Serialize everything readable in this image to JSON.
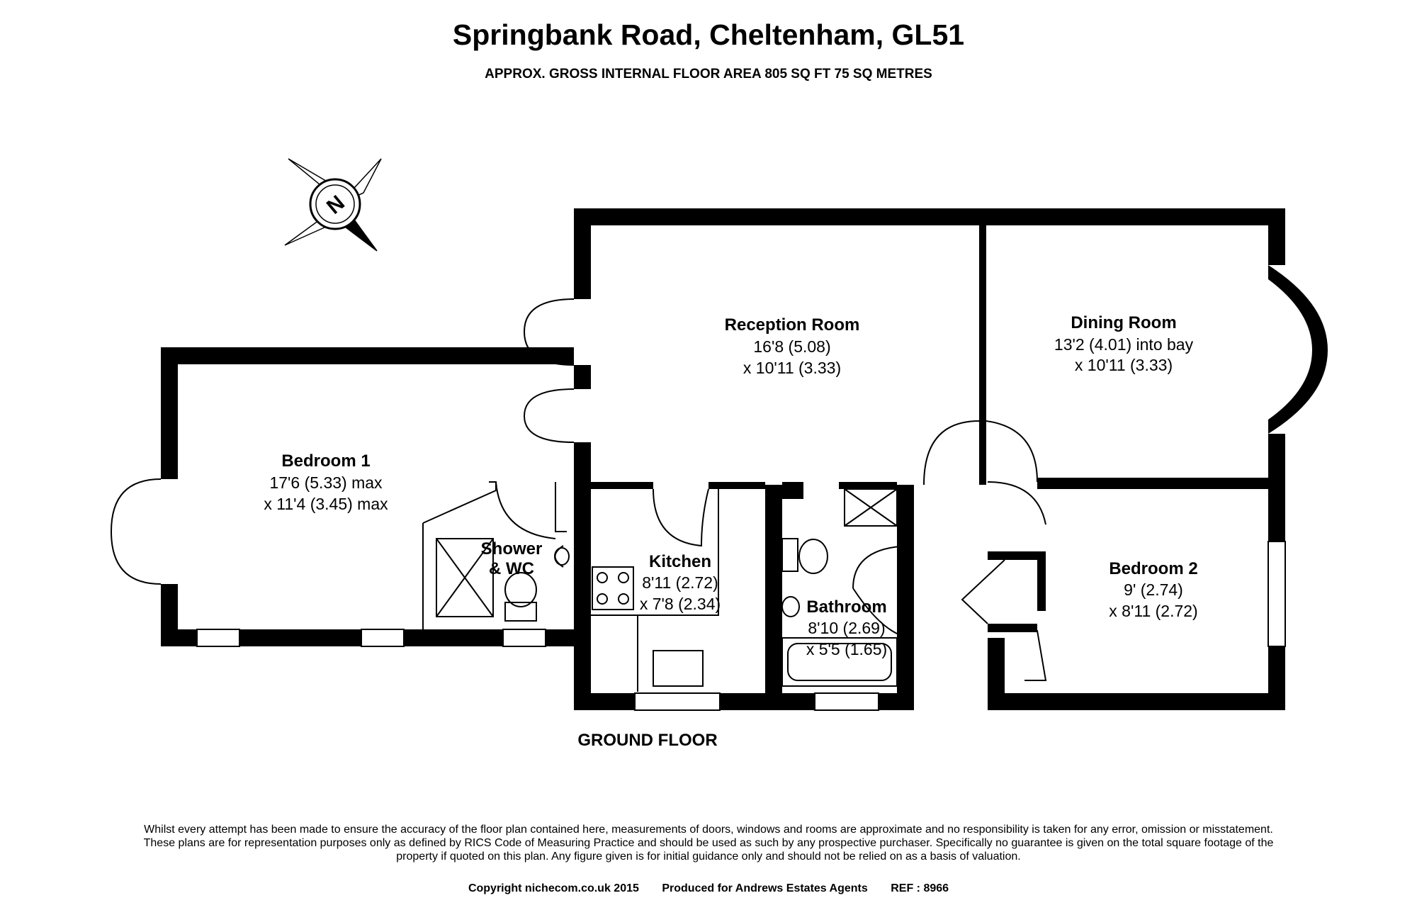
{
  "header": {
    "title": "Springbank Road, Cheltenham, GL51",
    "subtitle": "APPROX. GROSS INTERNAL FLOOR AREA 805 SQ FT 75 SQ METRES"
  },
  "compass": {
    "label": "N"
  },
  "floor_label": "GROUND FLOOR",
  "rooms": {
    "reception": {
      "name": "Reception Room",
      "dim1": "16'8 (5.08)",
      "dim2": "x 10'11 (3.33)"
    },
    "dining": {
      "name": "Dining Room",
      "dim1": "13'2 (4.01) into bay",
      "dim2": "x 10'11 (3.33)"
    },
    "bedroom1": {
      "name": "Bedroom 1",
      "dim1": "17'6 (5.33) max",
      "dim2": "x 11'4 (3.45) max"
    },
    "shower": {
      "name1": "Shower",
      "name2": "& WC"
    },
    "kitchen": {
      "name": "Kitchen",
      "dim1": "8'11 (2.72)",
      "dim2": "x 7'8 (2.34)"
    },
    "bathroom": {
      "name": "Bathroom",
      "dim1": "8'10 (2.69)",
      "dim2": "x 5'5 (1.65)"
    },
    "bedroom2": {
      "name": "Bedroom 2",
      "dim1": "9' (2.74)",
      "dim2": "x 8'11 (2.72)"
    }
  },
  "disclaimer": "Whilst every attempt has been made to ensure the accuracy of the floor plan contained here, measurements of doors, windows and rooms are approximate and no responsibility is taken for any error, omission or misstatement. These plans are for representation purposes only as defined by RICS Code of Measuring Practice and should be used as such by any prospective purchaser. Specifically no guarantee is given on the total square footage of the property if quoted on this plan. Any figure given is for initial guidance only and should not be relied on as a basis of valuation.",
  "footer": {
    "copyright": "Copyright nichecom.co.uk 2015",
    "produced": "Produced for Andrews Estates Agents",
    "ref": "REF : 8966"
  }
}
